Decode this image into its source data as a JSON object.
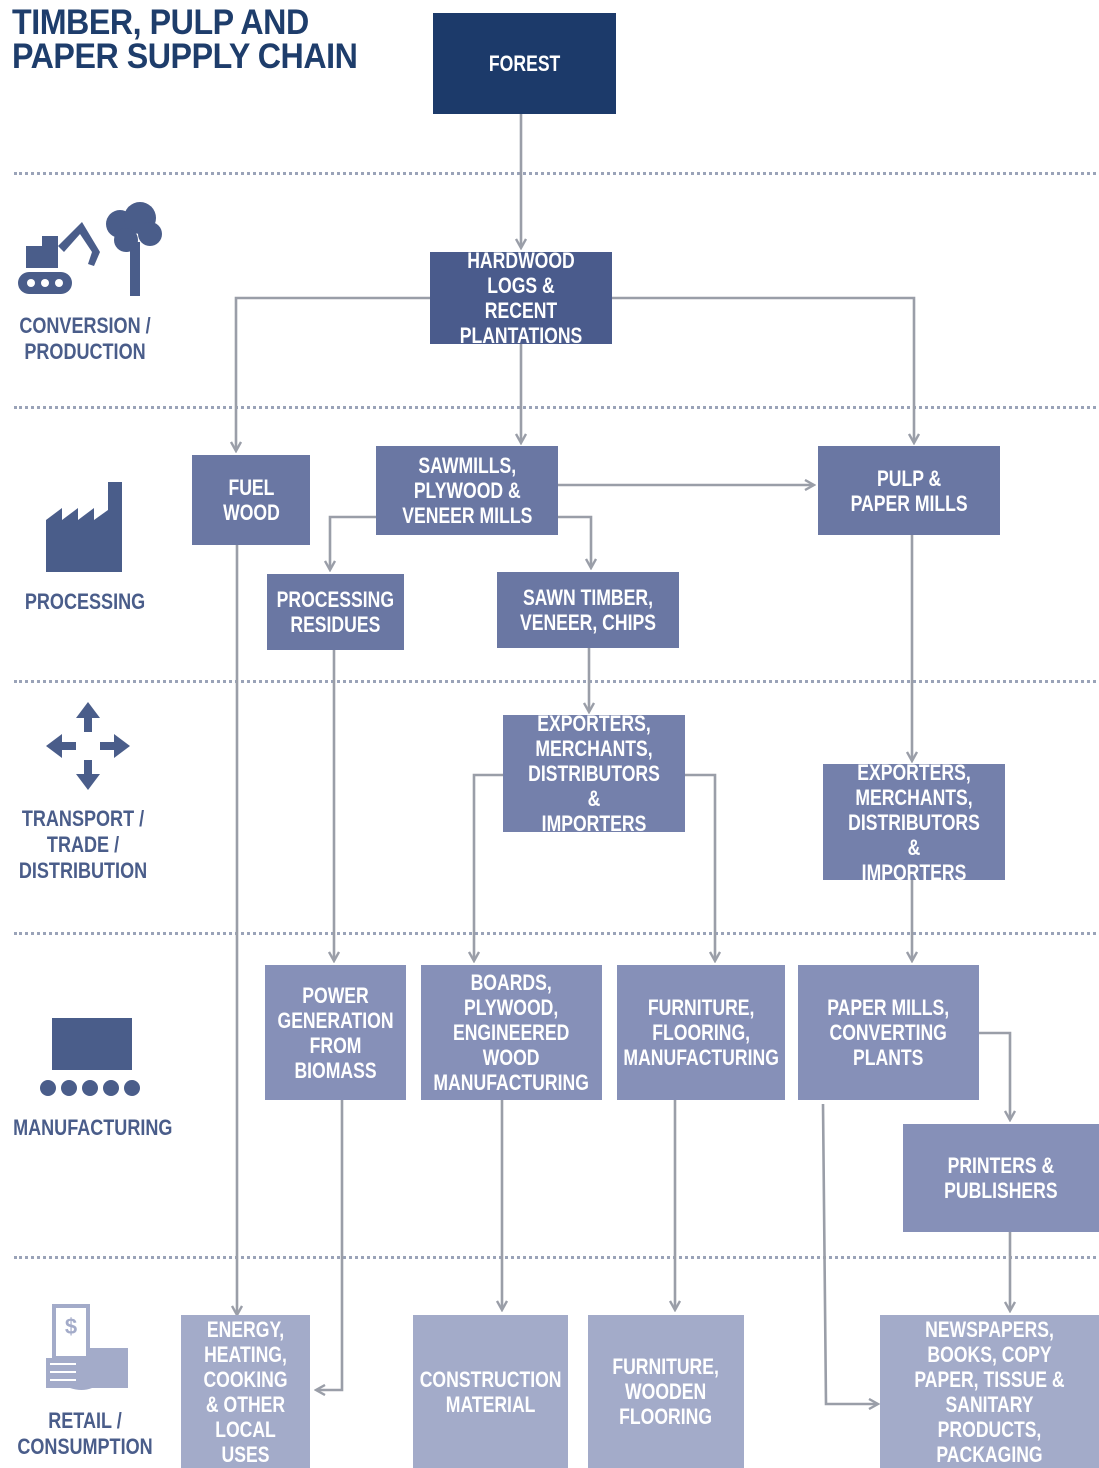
{
  "title": {
    "line1": "TIMBER, PULP AND",
    "line2": "PAPER SUPPLY CHAIN"
  },
  "stages": [
    {
      "id": "conversion",
      "label": "CONVERSION /\nPRODUCTION",
      "icon": "excavator-and-tree-icon"
    },
    {
      "id": "processing",
      "label": "PROCESSING",
      "icon": "factory-icon"
    },
    {
      "id": "transport",
      "label": "TRANSPORT /\nTRADE /\nDISTRIBUTION",
      "icon": "four-arrows-icon"
    },
    {
      "id": "manufacturing",
      "label": "MANUFACTURING",
      "icon": "conveyor-icon"
    },
    {
      "id": "retail",
      "label": "RETAIL /\nCONSUMPTION",
      "icon": "hand-with-money-icon"
    }
  ],
  "nodes": {
    "forest": "FOREST",
    "hardwood": "HARDWOOD\nLOGS & RECENT\nPLANTATIONS",
    "fuel_wood": "FUEL\nWOOD",
    "sawmills": "SAWMILLS,\nPLYWOOD &\nVENEER MILLS",
    "pulp_paper_mills": "PULP &\nPAPER MILLS",
    "processing_residues": "PROCESSING\nRESIDUES",
    "sawn_timber": "SAWN TIMBER,\nVENEER, CHIPS",
    "exporters_timber": "EXPORTERS,\nMERCHANTS,\nDISTRIBUTORS &\nIMPORTERS",
    "exporters_paper": "EXPORTERS,\nMERCHANTS,\nDISTRIBUTORS &\nIMPORTERS",
    "power_generation": "POWER\nGENERATION\nFROM\nBIOMASS",
    "boards": "BOARDS,\nPLYWOOD,\nENGINEERED\nWOOD\nMANUFACTURING",
    "furniture_manufacturing": "FURNITURE,\nFLOORING,\nMANUFACTURING",
    "paper_mills_converting": "PAPER MILLS,\nCONVERTING\nPLANTS",
    "printers": "PRINTERS &\nPUBLISHERS",
    "energy": "ENERGY,\nHEATING,\nCOOKING\n& OTHER\nLOCAL USES",
    "construction": "CONSTRUCTION\nMATERIAL",
    "furniture_flooring": "FURNITURE,\nWOODEN\nFLOORING",
    "newspapers": "NEWSPAPERS,\nBOOKS, COPY\nPAPER, TISSUE &\nSANITARY PRODUCTS,\nPACKAGING"
  },
  "edges": [
    [
      "forest",
      "hardwood"
    ],
    [
      "hardwood",
      "fuel_wood"
    ],
    [
      "hardwood",
      "sawmills"
    ],
    [
      "hardwood",
      "pulp_paper_mills"
    ],
    [
      "sawmills",
      "pulp_paper_mills"
    ],
    [
      "sawmills",
      "processing_residues"
    ],
    [
      "sawmills",
      "sawn_timber"
    ],
    [
      "sawn_timber",
      "exporters_timber"
    ],
    [
      "exporters_timber",
      "boards"
    ],
    [
      "exporters_timber",
      "furniture_manufacturing"
    ],
    [
      "pulp_paper_mills",
      "exporters_paper"
    ],
    [
      "exporters_paper",
      "paper_mills_converting"
    ],
    [
      "paper_mills_converting",
      "printers"
    ],
    [
      "paper_mills_converting",
      "newspapers"
    ],
    [
      "printers",
      "newspapers"
    ],
    [
      "processing_residues",
      "power_generation"
    ],
    [
      "power_generation",
      "energy"
    ],
    [
      "fuel_wood",
      "energy"
    ],
    [
      "boards",
      "construction"
    ],
    [
      "furniture_manufacturing",
      "furniture_flooring"
    ]
  ],
  "colors": {
    "forest": "#1c3a6a",
    "conversion": "#4a5b8c",
    "processing": "#6a77a3",
    "transport": "#7480ab",
    "manufacturing": "#8690b8",
    "retail": "#a3abc9",
    "connector": "#9a9ea8",
    "stage_text": "#4a5d8a",
    "title_text": "#1e3d6b"
  }
}
